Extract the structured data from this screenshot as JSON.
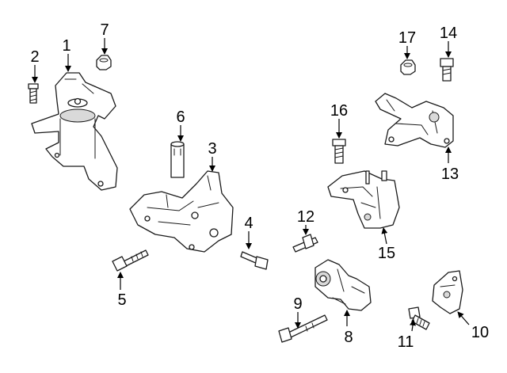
{
  "colors": {
    "background": "#ffffff",
    "line": "#1a1a1a",
    "callout": "#000000"
  },
  "callouts": [
    {
      "label": "1"
    },
    {
      "label": "2"
    },
    {
      "label": "3"
    },
    {
      "label": "4"
    },
    {
      "label": "5"
    },
    {
      "label": "6"
    },
    {
      "label": "7"
    },
    {
      "label": "8"
    },
    {
      "label": "9"
    },
    {
      "label": "10"
    },
    {
      "label": "11"
    },
    {
      "label": "12"
    },
    {
      "label": "13"
    },
    {
      "label": "14"
    },
    {
      "label": "15"
    },
    {
      "label": "16"
    },
    {
      "label": "17"
    }
  ]
}
